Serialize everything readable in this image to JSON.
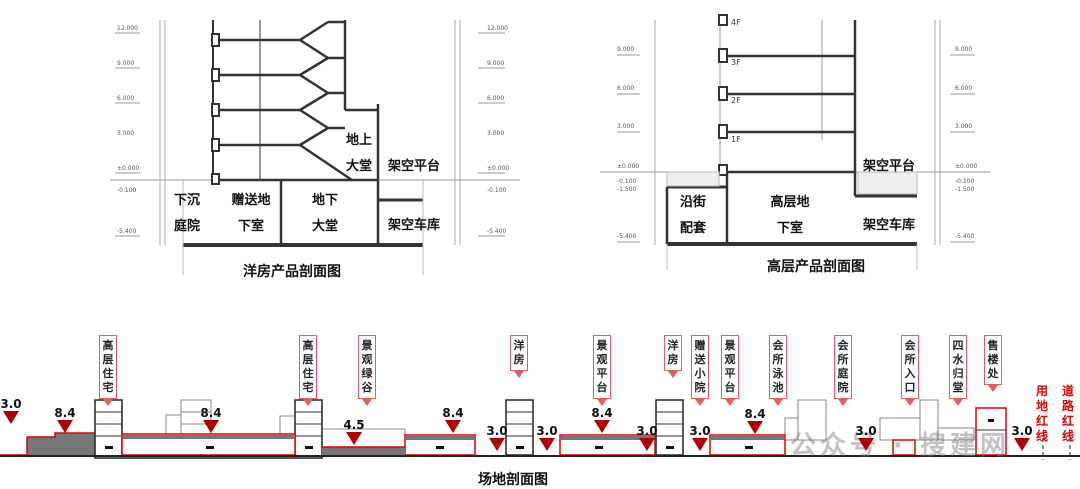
{
  "yangfang_section": {
    "title": "洋房产品剖面图",
    "elevations": [
      "12.000",
      "9.000",
      "6.000",
      "3.000",
      "±0.000",
      "-0.100",
      "-5.400"
    ],
    "labels": {
      "lobby_above": "地上大堂",
      "stilt_platform": "架空平台",
      "sunken_courtyard": "下沉庭院",
      "gift_basement": "赠送地下室",
      "lobby_below": "地下大堂",
      "stilt_garage": "架空车库"
    }
  },
  "highrise_section": {
    "title": "高层产品剖面图",
    "floors": [
      "4F",
      "3F",
      "2F",
      "1F"
    ],
    "elevations": [
      "9.000",
      "6.000",
      "3.000",
      "±0.000",
      "-0.100",
      "-1.500",
      "-5.400"
    ],
    "labels": {
      "street_retail": "沿街配套",
      "highrise_basement": "高层地下室",
      "stilt_platform": "架空平台",
      "stilt_garage": "架空车库"
    }
  },
  "site_section": {
    "title": "场地剖面图",
    "elevation_markers": [
      "3.0",
      "8.4",
      "8.4",
      "4.5",
      "8.4",
      "3.0",
      "3.0",
      "8.4",
      "3.0",
      "3.0",
      "8.4",
      "3.0",
      "3.0"
    ],
    "callouts": [
      "高层住宅",
      "高层住宅",
      "景观绿谷",
      "洋房",
      "景观平台",
      "洋房",
      "赠送小院",
      "景观平台",
      "会所泳池",
      "会所庭院",
      "会所入口",
      "四水归堂",
      "售楼处"
    ],
    "red_lines": [
      "用地红线",
      "道路红线"
    ],
    "colors": {
      "marker": "#b00000",
      "callout_border": "#e06060",
      "red_line_text": "#e00000"
    }
  },
  "watermark": "公众号 · 搜建网"
}
